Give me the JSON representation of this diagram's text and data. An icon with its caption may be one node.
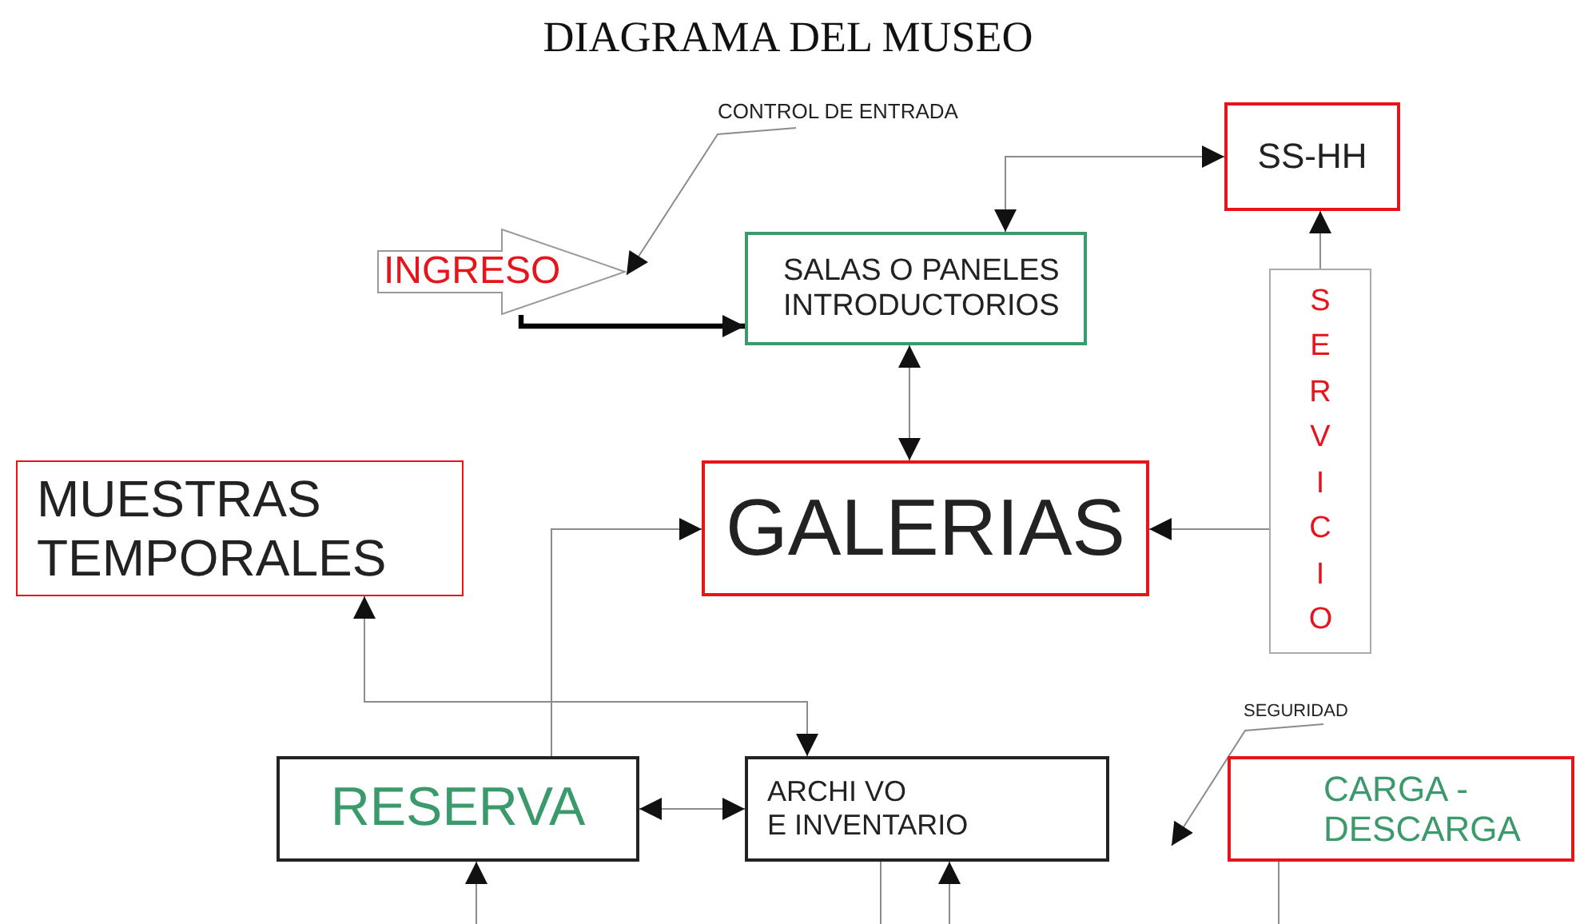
{
  "diagram": {
    "title": "DIAGRAMA DEL MUSEO",
    "nodes": [
      {
        "text": [
          "INGRESO"
        ]
      },
      {
        "text": [
          "CONTROL DE ENTRADA"
        ]
      },
      {
        "text": [
          "SALAS O PANELES INTRODUCTORIOS"
        ]
      },
      {
        "text": [
          "SS-HH"
        ]
      },
      {
        "text": [
          "SERVICIO"
        ]
      },
      {
        "text": [
          "MUESTRAS TEMPORALES"
        ]
      },
      {
        "text": [
          "GALERIAS"
        ]
      },
      {
        "text": [
          "SEGURIDAD"
        ]
      },
      {
        "text": [
          "RESERVA"
        ]
      },
      {
        "text": [
          "ARCHI VO E INVENTARIO"
        ]
      },
      {
        "text": [
          "CARGA - DESCARGA"
        ]
      }
    ],
    "edges": [
      {
        "from": 1,
        "to": 0,
        "arrow": "to"
      },
      {
        "from": 0,
        "to": 2,
        "arrow": "to",
        "style": "thick",
        "color": "#000000"
      },
      {
        "from": 2,
        "to": 3,
        "arrow": "both"
      },
      {
        "from": 2,
        "to": 6,
        "arrow": "both"
      },
      {
        "from": 4,
        "to": 3,
        "arrow": "to"
      },
      {
        "from": 4,
        "to": 6,
        "arrow": "to"
      },
      {
        "from": 8,
        "to": 6,
        "arrow": "to"
      },
      {
        "from": 5,
        "to": 9,
        "arrow": "both"
      },
      {
        "from": 8,
        "to": 9,
        "arrow": "both"
      },
      {
        "from": 7,
        "to": null,
        "arrow": "to"
      },
      {
        "from": null,
        "to": 8,
        "arrow": "to"
      },
      {
        "from": 9,
        "to": null,
        "arrow": "none"
      },
      {
        "from": null,
        "to": 9,
        "arrow": "to"
      },
      {
        "from": 10,
        "to": null,
        "arrow": "none"
      }
    ]
  }
}
